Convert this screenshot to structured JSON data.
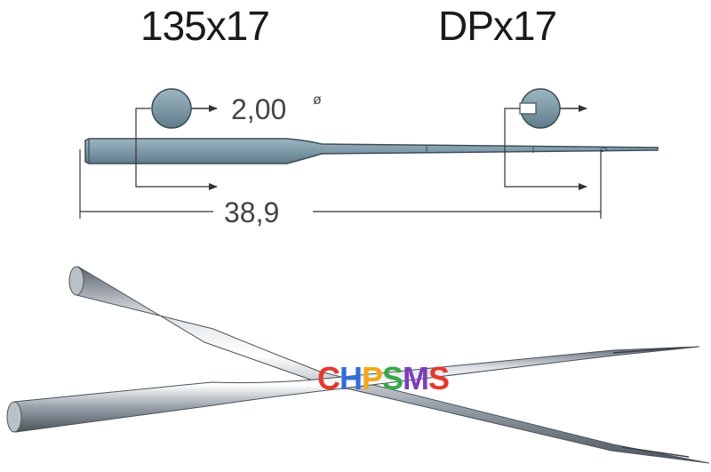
{
  "labels": {
    "left_needle_system": "135x17",
    "right_needle_system": "DPx17"
  },
  "diagram": {
    "shank_diameter": "2,00",
    "diameter_symbol": "ø",
    "total_length": "38,9"
  },
  "watermark": "CHPSMS",
  "colors": {
    "needle_fill": "#7f9aa8",
    "needle_stroke": "#3d4f58",
    "dimension_line": "#333333",
    "watermark_letters": [
      "#e23b2e",
      "#2f6fd6",
      "#f2a81d",
      "#3aa84a",
      "#7b3fb5",
      "#e23b2e"
    ]
  }
}
